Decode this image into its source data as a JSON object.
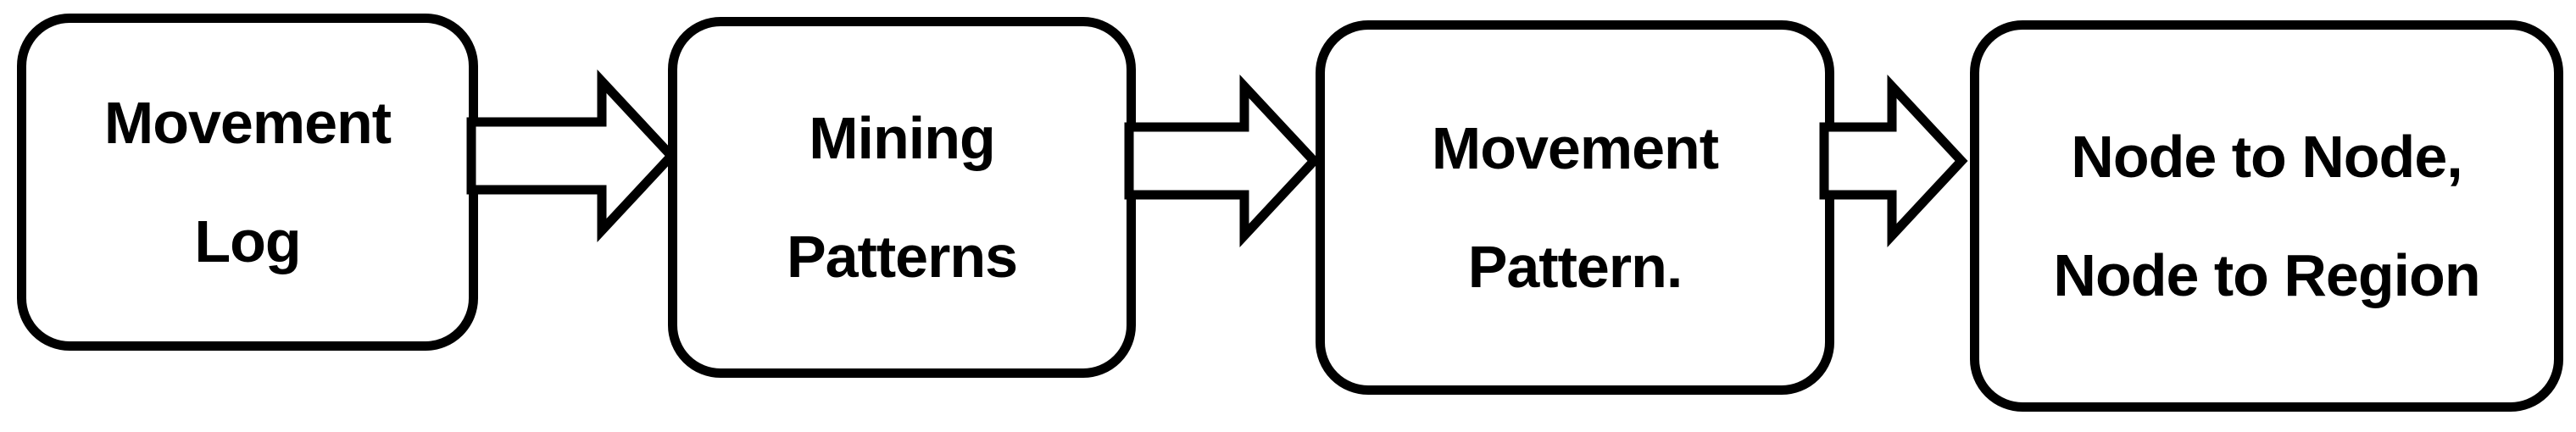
{
  "colors": {
    "stroke": "#000000",
    "box_fill": "#ffffff",
    "text": "#000000",
    "background": "#ffffff"
  },
  "flow": {
    "boxes": [
      {
        "name": "movement-log",
        "line1": "Movement",
        "line2": "Log"
      },
      {
        "name": "mining-patterns",
        "line1": "Mining",
        "line2": "Patterns"
      },
      {
        "name": "movement-pattern",
        "line1": "Movement",
        "line2": "Pattern."
      },
      {
        "name": "node-to-node-region",
        "line1": "Node to Node,",
        "line2": "Node to Region"
      }
    ],
    "arrows": [
      {
        "name": "arrow-movement-log-to-mining-patterns"
      },
      {
        "name": "arrow-mining-patterns-to-movement-pattern"
      },
      {
        "name": "arrow-movement-pattern-to-node-to-node"
      }
    ]
  }
}
